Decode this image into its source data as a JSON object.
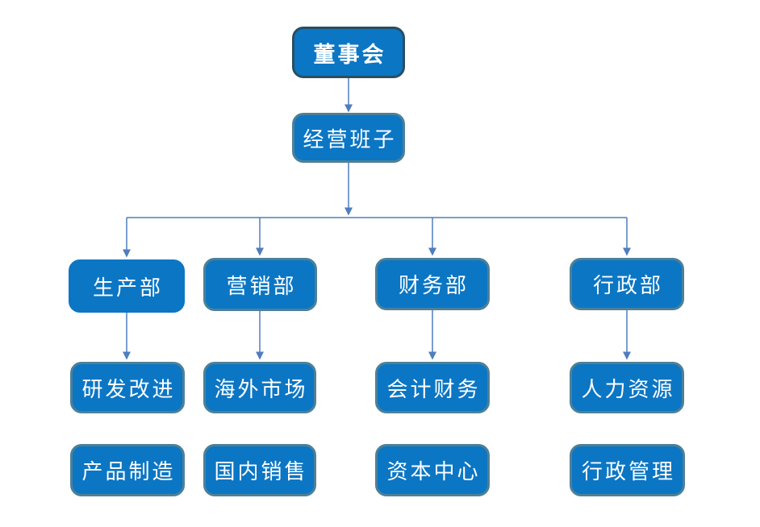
{
  "diagram": {
    "type": "org-chart",
    "nodes": {
      "board": {
        "label": "董事会",
        "level": 1
      },
      "management": {
        "label": "经营班子",
        "level": 2
      },
      "production": {
        "label": "生产部",
        "level": 3
      },
      "marketing": {
        "label": "营销部",
        "level": 3
      },
      "finance": {
        "label": "财务部",
        "level": 3
      },
      "admin": {
        "label": "行政部",
        "level": 3
      },
      "rd": {
        "label": "研发改进",
        "level": 4
      },
      "overseas": {
        "label": "海外市场",
        "level": 4
      },
      "accounting": {
        "label": "会计财务",
        "level": 4
      },
      "hr": {
        "label": "人力资源",
        "level": 4
      },
      "manufacturing": {
        "label": "产品制造",
        "level": 5
      },
      "domestic": {
        "label": "国内销售",
        "level": 5
      },
      "capital": {
        "label": "资本中心",
        "level": 5
      },
      "adminmgmt": {
        "label": "行政管理",
        "level": 5
      }
    },
    "edges": [
      {
        "from": "board",
        "to": "management",
        "arrow": true
      },
      {
        "from": "management",
        "to": "production",
        "arrow": true
      },
      {
        "from": "management",
        "to": "marketing",
        "arrow": true
      },
      {
        "from": "management",
        "to": "finance",
        "arrow": true
      },
      {
        "from": "management",
        "to": "admin",
        "arrow": true
      },
      {
        "from": "production",
        "to": "rd",
        "arrow": true
      },
      {
        "from": "marketing",
        "to": "overseas",
        "arrow": true
      },
      {
        "from": "finance",
        "to": "accounting",
        "arrow": true
      },
      {
        "from": "admin",
        "to": "hr",
        "arrow": true
      }
    ],
    "colors": {
      "node-fill": "#0b76c4",
      "node-border-dark": "#2a4e62",
      "node-border-teal": "#4d8097",
      "connector": "#4f7dbe",
      "node-text": "#ffffff",
      "background": "#ffffff"
    }
  }
}
